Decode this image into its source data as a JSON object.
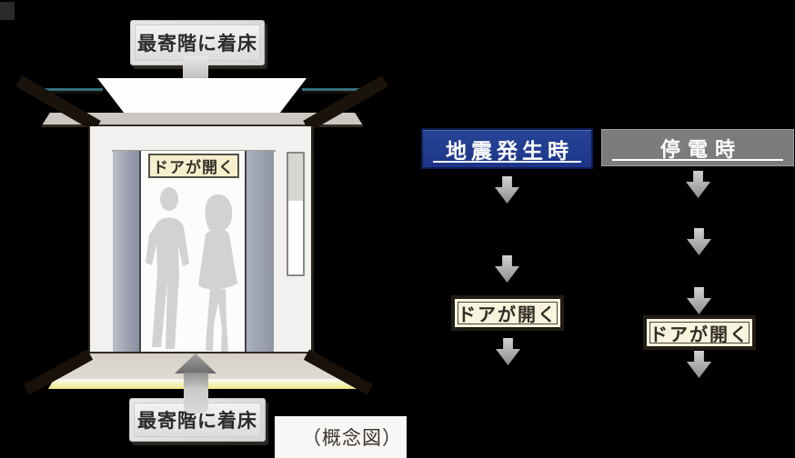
{
  "elevator": {
    "top_label": "最寄階に着床",
    "door_label": "ドアが開く",
    "bottom_label": "最寄階に着床"
  },
  "flowchart": {
    "earthquake": {
      "header": "地震発生時",
      "result": "ドアが開く"
    },
    "outage": {
      "header": "停電時",
      "result": "ドアが開く"
    }
  },
  "caption": "（概念図）",
  "colors": {
    "background": "#000000",
    "earthquake_header": "#1d3a94",
    "outage_header": "#7c7c7c",
    "door_result_bg": "#f8f4dd",
    "cab_label_bg": "#f5efcd",
    "label_box_bg": "#dedcda",
    "floor_glow": "#ebe77f",
    "silhouette": "#d2d2d2",
    "canopy_edge_teal": "#346e79"
  },
  "icons": {
    "down_arrow": "down-arrow-icon",
    "up_arrow": "up-arrow-icon",
    "flow_arrow": "flow-down-arrow-icon"
  }
}
